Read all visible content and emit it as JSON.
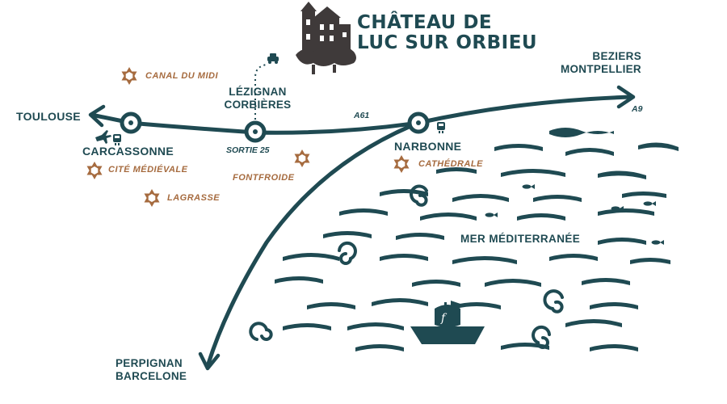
{
  "title": {
    "line1": "CHÂTEAU DE",
    "line2": "LUC SUR ORBIEU"
  },
  "destinations": {
    "toulouse": "TOULOUSE",
    "beziers": "BEZIERS",
    "montpellier": "MONTPELLIER",
    "perpignan": "PERPIGNAN",
    "barcelone": "BARCELONE"
  },
  "towns": {
    "carcassonne": "CARCASSONNE",
    "lezignan_1": "LÉZIGNAN",
    "lezignan_2": "CORBIÈRES",
    "narbonne": "NARBONNE"
  },
  "roads": {
    "a61": "A61",
    "a9": "A9",
    "exit": "SORTIE 25"
  },
  "points_of_interest": {
    "canal": "CANAL DU MIDI",
    "cite": "CITÉ MÉDIÉVALE",
    "lagrasse": "LAGRASSE",
    "fontfroide": "FONTFROIDE",
    "cathedrale": "CATHÉDRALE"
  },
  "sea_label": "MER MÉDITERRANÉE",
  "icons": [
    "castle-icon",
    "car-icon",
    "plane-icon",
    "train-icon",
    "star-icon",
    "ship-icon",
    "fish-icon"
  ],
  "colors": {
    "ink": "#1f4a52",
    "poi": "#a66b3f",
    "castle": "#3f3a3a"
  }
}
